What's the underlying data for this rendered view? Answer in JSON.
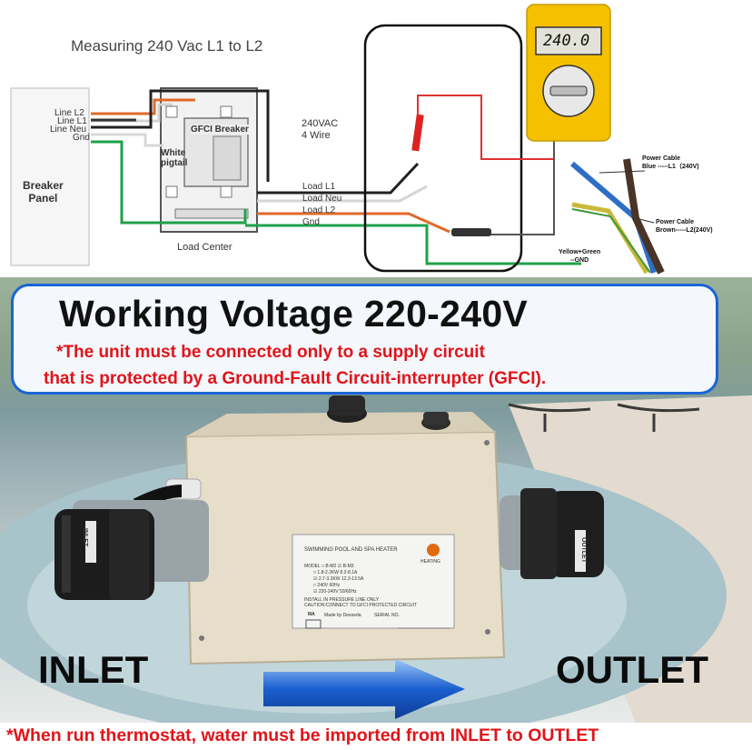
{
  "diagram": {
    "title": "Measuring 240 Vac L1 to L2",
    "breaker_panel": "Breaker\nPanel",
    "panel_lines": [
      "Line L2",
      "Line L1",
      "Line Neu",
      "Gnd"
    ],
    "gfci_breaker": "GFCI Breaker",
    "white_pigtail": "White\npigtail",
    "load_center": "Load Center",
    "voltage_spec": "240VAC\n4 Wire",
    "load_lines": [
      "Load L1",
      "Load Neu",
      "Load L2",
      "Gnd"
    ],
    "meter_display": "240.0",
    "power_cable_blue": "Power Cable\nBlue -----L1（240V)",
    "power_cable_brown": "Power Cable\nBrown-----L2(240V)",
    "yellow_green": "Yellow+Green\n--GND"
  },
  "banner": {
    "title": "Working Voltage 220-240V",
    "warning_line1": "*The unit must be connected only to a supply circuit",
    "warning_line2": "that is protected by a Ground-Fault Circuit-interrupter (GFCI)."
  },
  "product": {
    "inlet_label": "INLET",
    "outlet_label": "OUTLET",
    "plate_title": "SWIMMING POOL AND SPA HEATER",
    "heating": "HEATING",
    "plate_lines": [
      "MODEL □ B-M2  ☑ B-M3",
      "□ 1.8-2.2KW  8.2-8.1A",
      "☑ 2.7-3.3KW  12.3-13.5A",
      "□ 240V  60Hz",
      "☑ 220-240V 50/60Hz",
      "INSTALL IN PRESSURE LINE ONLY",
      "CAUTION:CONNECT TO GFCI PROTECTED CIRCUIT"
    ],
    "serial_label": "SERIAL NO.",
    "made_by": "Made by Deeseda",
    "ma_logo": "MA",
    "end_label_left": "INLET",
    "end_label_right": "OUTLET"
  },
  "footer": {
    "note": "*When run thermostat, water must be imported from INLET to OUTLET"
  },
  "colors": {
    "banner_border": "#1a64d6",
    "warning_red": "#e0141a",
    "arrow_blue": "#1b5fd0",
    "meter_yellow": "#f4c000",
    "wire_orange": "#e06a2a",
    "wire_green": "#1ea24a",
    "wire_red": "#e03030"
  }
}
